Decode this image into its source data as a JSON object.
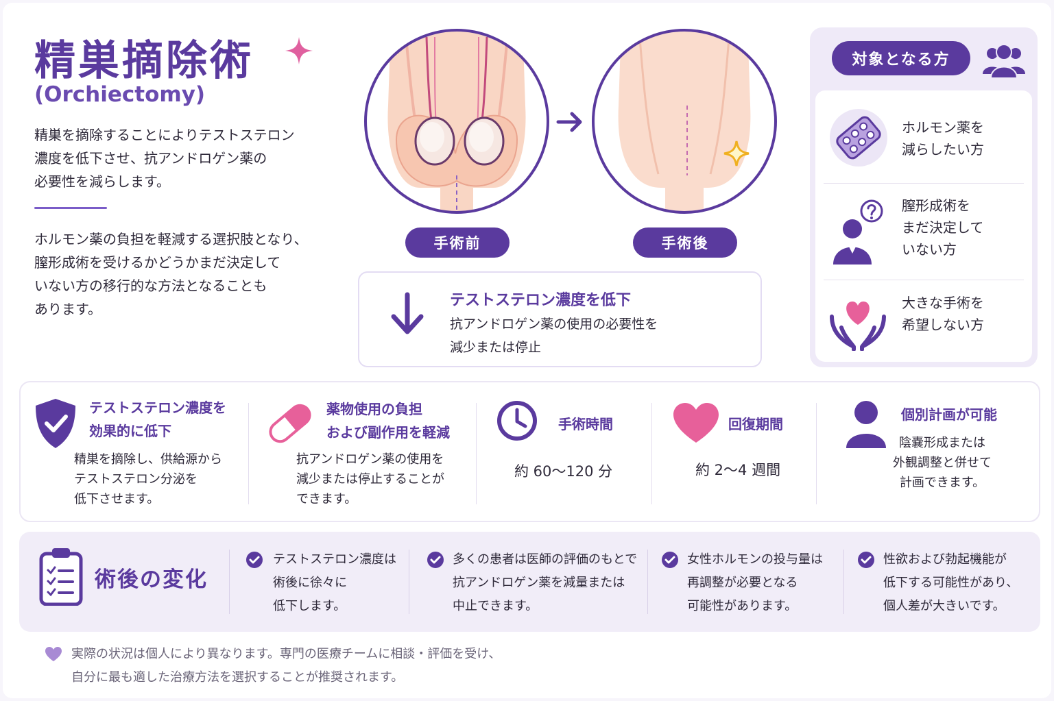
{
  "header": {
    "title": "精巣摘除術",
    "subtitle": "(Orchiectomy)"
  },
  "intro": {
    "paragraph1": [
      "精巣を摘除することによりテストステロン",
      "濃度を低下させ、抗アンドロゲン薬の",
      "必要性を減らします。"
    ],
    "paragraph2": [
      "ホルモン薬の負担を軽減する選択肢となり、",
      "膣形成術を受けるかどうかまだ決定して",
      "いない方の移行的な方法となることも",
      "あります。"
    ]
  },
  "illustration": {
    "before_label": "手術前",
    "after_label": "手術後"
  },
  "effect": {
    "title": "テストステロン濃度を低下",
    "desc": [
      "抗アンドロゲン薬の使用の必要性を",
      "減少または停止"
    ]
  },
  "target": {
    "heading": "対象となる方",
    "items": [
      {
        "icon": "pill-blister-icon",
        "lines": [
          "ホルモン薬を",
          "減らしたい方"
        ]
      },
      {
        "icon": "person-question-icon",
        "lines": [
          "膣形成術を",
          "まだ決定して",
          "いない方"
        ]
      },
      {
        "icon": "heart-hands-icon",
        "lines": [
          "大きな手術を",
          "希望しない方"
        ]
      }
    ]
  },
  "features": [
    {
      "icon": "shield-check-icon",
      "title": [
        "テストステロン濃度を",
        "効果的に低下"
      ],
      "desc": [
        "精巣を摘除し、供給源から",
        "テストステロン分泌を",
        "低下させます。"
      ]
    },
    {
      "icon": "capsule-icon",
      "title": [
        "薬物使用の負担",
        "および副作用を軽減"
      ],
      "desc": [
        "抗アンドロゲン薬の使用を",
        "減少または停止することが",
        "できます。"
      ]
    },
    {
      "icon": "clock-icon",
      "title": [
        "手術時間"
      ],
      "value": "約 60～120 分"
    },
    {
      "icon": "heart-icon",
      "title": [
        "回復期間"
      ],
      "value": "約 2～4 週間"
    },
    {
      "icon": "person-icon",
      "title": [
        "個別計画が可能"
      ],
      "desc": [
        "陰嚢形成または",
        "外観調整と併せて",
        "計画できます。"
      ]
    }
  ],
  "postop": {
    "title": "術後の変化",
    "items": [
      [
        "テストステロン濃度は",
        "術後に徐々に",
        "低下します。"
      ],
      [
        "多くの患者は医師の評価のもとで",
        "抗アンドロゲン薬を減量または",
        "中止できます。"
      ],
      [
        "女性ホルモンの投与量は",
        "再調整が必要となる",
        "可能性があります。"
      ],
      [
        "性欲および勃起機能が",
        "低下する可能性があり、",
        "個人差が大きいです。"
      ]
    ]
  },
  "note": [
    "実際の状況は個人により異なります。専門の医療チームに相談・評価を受け、",
    "自分に最も適した治療方法を選択することが推奨されます。"
  ],
  "colors": {
    "primary": "#5a3a9e",
    "accent_pink": "#e76aa0",
    "skin": "#f9d3c0",
    "panel": "#efeaf8"
  }
}
